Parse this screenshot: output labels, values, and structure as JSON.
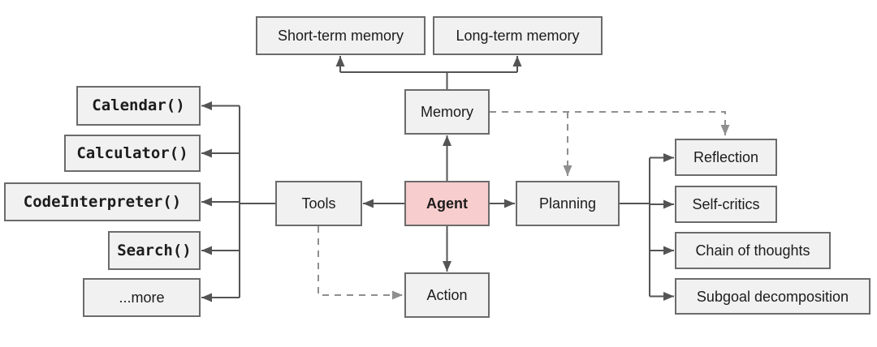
{
  "colors": {
    "background": "#ffffff",
    "box_fill": "#f1f1f1",
    "box_border": "#6b6b6b",
    "agent_fill": "#f8cdcd",
    "solid_connector": "#545454",
    "dashed_connector": "#8f8f8f",
    "text": "#1c1c1c"
  },
  "diagram": {
    "center_node": {
      "label": "Agent"
    },
    "nodes": {
      "memory": "Memory",
      "tools": "Tools",
      "planning": "Planning",
      "action": "Action"
    },
    "memory_children": [
      "Short-term memory",
      "Long-term memory"
    ],
    "tool_children": [
      "Calendar()",
      "Calculator()",
      "CodeInterpreter()",
      "Search()",
      "...more"
    ],
    "planning_children": [
      "Reflection",
      "Self-critics",
      "Chain of thoughts",
      "Subgoal decomposition"
    ]
  },
  "edges": [
    {
      "from": "Agent",
      "to": "Memory",
      "style": "solid"
    },
    {
      "from": "Agent",
      "to": "Tools",
      "style": "solid"
    },
    {
      "from": "Agent",
      "to": "Planning",
      "style": "solid"
    },
    {
      "from": "Agent",
      "to": "Action",
      "style": "solid"
    },
    {
      "from": "Memory",
      "to": "Short-term memory",
      "style": "solid"
    },
    {
      "from": "Memory",
      "to": "Long-term memory",
      "style": "solid"
    },
    {
      "from": "Tools",
      "to": "Calendar()",
      "style": "solid"
    },
    {
      "from": "Tools",
      "to": "Calculator()",
      "style": "solid"
    },
    {
      "from": "Tools",
      "to": "CodeInterpreter()",
      "style": "solid"
    },
    {
      "from": "Tools",
      "to": "Search()",
      "style": "solid"
    },
    {
      "from": "Tools",
      "to": "...more",
      "style": "solid"
    },
    {
      "from": "Planning",
      "to": "Reflection",
      "style": "solid"
    },
    {
      "from": "Planning",
      "to": "Self-critics",
      "style": "solid"
    },
    {
      "from": "Planning",
      "to": "Chain of thoughts",
      "style": "solid"
    },
    {
      "from": "Planning",
      "to": "Subgoal decomposition",
      "style": "solid"
    },
    {
      "from": "Memory",
      "to": "Planning",
      "style": "dashed"
    },
    {
      "from": "Memory",
      "to": "Reflection",
      "style": "dashed"
    },
    {
      "from": "Tools",
      "to": "Action",
      "style": "dashed"
    }
  ]
}
